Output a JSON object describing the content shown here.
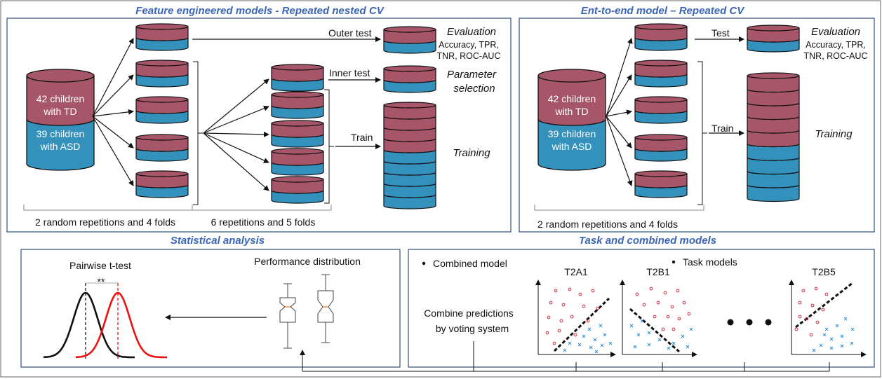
{
  "colors": {
    "td": "#a7566a",
    "asd": "#3391bc",
    "heading": "#3b66b7",
    "panel_border": "#2f4f7f"
  },
  "fe": {
    "title": "Feature engineered models - Repeated nested CV",
    "td_line1": "42 children",
    "td_line2": "with TD",
    "asd_line1": "39 children",
    "asd_line2": "with ASD",
    "outer_test": "Outer test",
    "inner_test": "Inner test",
    "train": "Train",
    "eval_title": "Evaluation",
    "eval_l1": "Accuracy, TPR,",
    "eval_l2": "TNR, ROC-AUC",
    "param_l1": "Parameter",
    "param_l2": "selection",
    "training": "Training",
    "brace1": "2 random repetitions and 4 folds",
    "brace2": "6 repetitions and 5 folds"
  },
  "e2e": {
    "title": "Ent-to-end model – Repeated CV",
    "td_line1": "42 children",
    "td_line2": "with TD",
    "asd_line1": "39 children",
    "asd_line2": "with ASD",
    "test": "Test",
    "train": "Train",
    "eval_title": "Evaluation",
    "eval_l1": "Accuracy, TPR,",
    "eval_l2": "TNR, ROC-AUC",
    "training": "Training",
    "brace": "2 random repetitions and 4 folds"
  },
  "stat": {
    "title": "Statistical analysis",
    "ttest": "Pairwise t-test",
    "stars": "**",
    "perf": "Performance distribution"
  },
  "task": {
    "title": "Task and combined models",
    "bullet_combined": "Combined model",
    "bullet_task": "Task models",
    "combine_l1": "Combine predictions",
    "combine_l2": "by voting system",
    "plot1": "T2A1",
    "plot2": "T2B1",
    "plot3": "T2B5"
  }
}
